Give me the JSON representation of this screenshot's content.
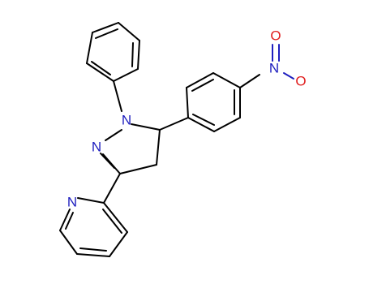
{
  "molecule": {
    "atoms": {
      "n1": "N",
      "n2": "N",
      "pyridine_n": "N",
      "nitro_n": "N",
      "nitro_o_top": "O",
      "nitro_o_right": "O"
    },
    "colors": {
      "nitrogen": "#1f1fbf",
      "oxygen": "#e01e1e",
      "bond": "#000000",
      "background": "#ffffff"
    }
  }
}
